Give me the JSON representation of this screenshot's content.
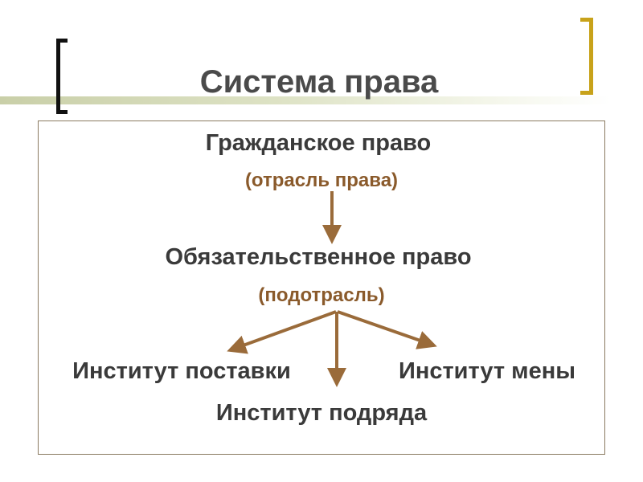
{
  "title": "Система права",
  "nodes": {
    "civil_law": "Гражданское право",
    "branch": "(отрасль права)",
    "obligations_law": "Обязательственное право",
    "subbranch": "(подотрасль)",
    "supply": "Институт поставки",
    "exchange": "Институт мены",
    "contract_work": "Институт подряда"
  },
  "colors": {
    "title": "#4a4a4a",
    "text": "#3a3a3a",
    "sub_text": "#8a5a2b",
    "arrow": "#9a6b3a",
    "left_bracket": "#111111",
    "right_bracket": "#c8a21a"
  }
}
